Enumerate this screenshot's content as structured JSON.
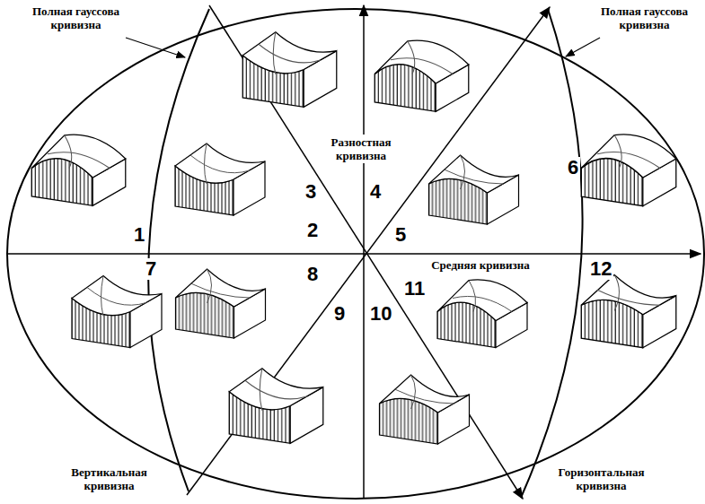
{
  "diagram": {
    "labels": [
      "Полная гауссова кривизна",
      "Полная гауссова кривизна",
      "Разностная кривизна",
      "3",
      "4",
      "1",
      "2",
      "5",
      "6",
      "Средняя кривизна",
      "7",
      "8",
      "11",
      "12",
      "9",
      "10",
      "Вертикальная кривизна",
      "Горизонтальная кривизна"
    ]
  }
}
